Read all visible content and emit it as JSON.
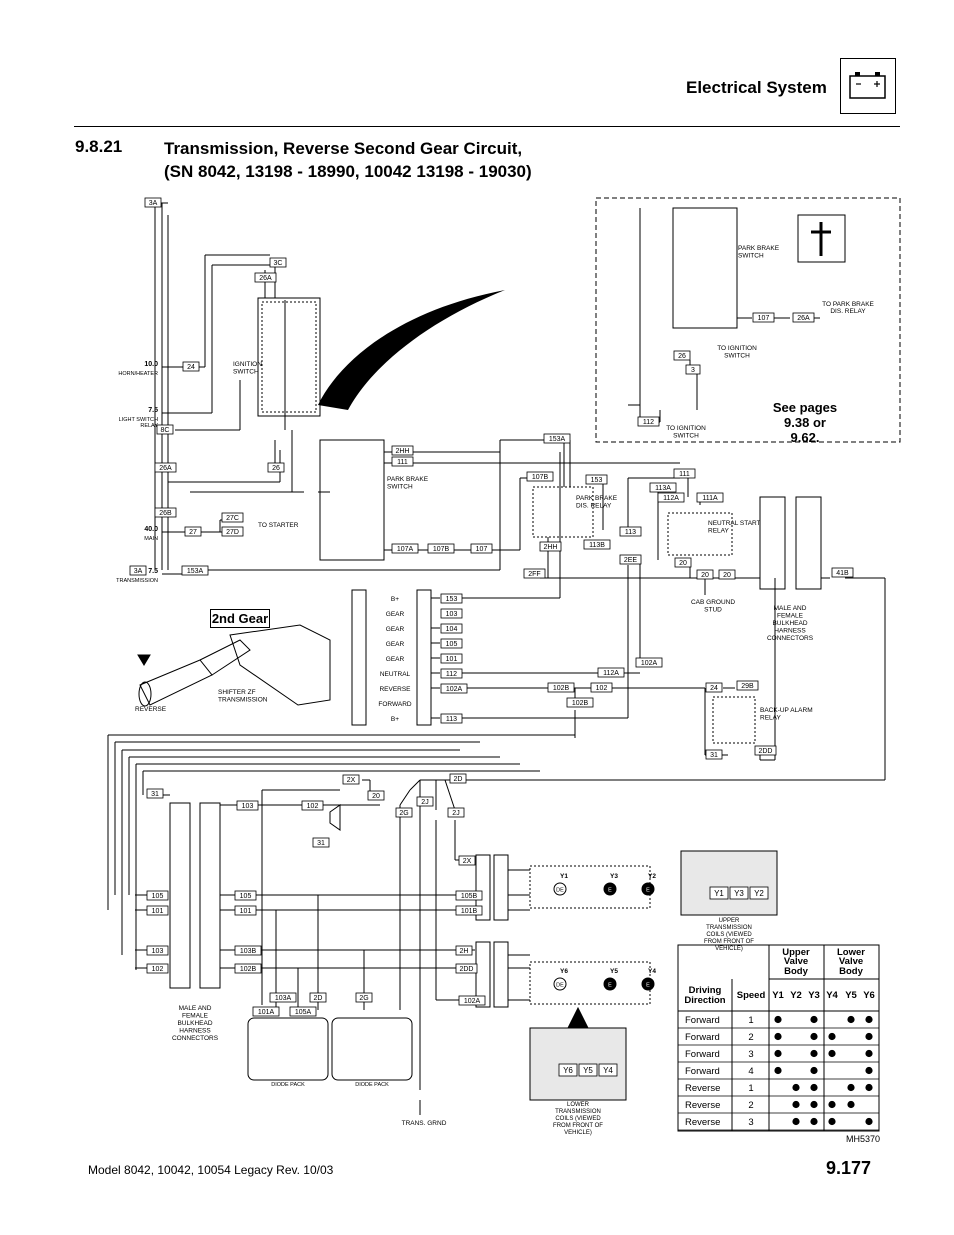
{
  "header": {
    "title": "Electrical System",
    "battery_icon": "battery-icon"
  },
  "section": {
    "number": "9.8.21",
    "title_line1": "Transmission, Reverse Second Gear Circuit,",
    "title_line2": "(SN 8042, 13198 - 18990, 10042 13198 - 19030)"
  },
  "footer": {
    "model": "Model  8042, 10042, 10054 Legacy    Rev.  10/03",
    "page": "9.177"
  },
  "diagram": {
    "figure_id": "MH5370",
    "see_pages_line1": "See pages",
    "see_pages_line2": "9.38 or 9.62.",
    "gear_label": "2nd Gear",
    "fuses": [
      {
        "amp": "10.0",
        "name": "HORN/HEATER"
      },
      {
        "amp": "7.5",
        "name": "LIGHT SWITCH RELAY"
      },
      {
        "amp": "40.0",
        "name": "MAIN"
      },
      {
        "amp": "7.5",
        "name": "TRANSMISSION"
      }
    ],
    "labels": {
      "ignition_switch": "IGNITION SWITCH",
      "park_brake_switch": "PARK BRAKE SWITCH",
      "park_brake_dis_relay": "PARK BRAKE DIS. RELAY",
      "neutral_start_relay": "NEUTRAL START RELAY",
      "backup_alarm_relay": "BACK-UP ALARM RELAY",
      "cab_ground_stud": "CAB GROUND STUD",
      "bulkhead_upper": "MALE AND FEMALE BULKHEAD HARNESS CONNECTORS",
      "bulkhead_lower": "MALE AND FEMALE BULKHEAD HARNESS CONNECTORS",
      "to_starter": "TO STARTER",
      "to_ignition_switch": "TO IGNITION SWITCH",
      "to_park_brake_relay": "TO PARK BRAKE DIS. RELAY",
      "shifter": "SHIFTER ZF TRANSMISSION",
      "reverse": "REVERSE",
      "diode_pack": "DIODE PACK",
      "trans_grnd": "TRANS. GRND",
      "upper_coils": "UPPER TRANSMISSION COILS (VIEWED FROM FRONT OF VEHICLE)",
      "lower_coils": "LOWER TRANSMISSION COILS (VIEWED FROM FRONT OF VEHICLE)"
    },
    "shifter_pins": [
      "B+",
      "GEAR",
      "GEAR",
      "GEAR",
      "GEAR",
      "NEUTRAL",
      "REVERSE",
      "FORWARD",
      "B+"
    ],
    "shifter_wires": [
      "153",
      "103",
      "104",
      "105",
      "101",
      "112",
      "102A",
      "",
      "113"
    ],
    "wire_tags": [
      "3A",
      "3C",
      "26A",
      "24",
      "8C",
      "26A",
      "26",
      "26B",
      "27",
      "27C",
      "27D",
      "3A",
      "153A",
      "2HH",
      "111",
      "107B",
      "153",
      "153A",
      "113A",
      "111",
      "112A",
      "111A",
      "113B",
      "113",
      "2EE",
      "2HH",
      "2FF",
      "20",
      "20",
      "20",
      "41B",
      "107A",
      "107B",
      "107",
      "107",
      "26A",
      "26",
      "3",
      "112",
      "112A",
      "102A",
      "102B",
      "102",
      "102B",
      "24",
      "29B",
      "31",
      "2DD",
      "2X",
      "20",
      "2D",
      "2G",
      "2J",
      "2J",
      "2X",
      "31",
      "31",
      "103",
      "102",
      "105",
      "101",
      "103",
      "102",
      "105",
      "101",
      "103B",
      "102B",
      "105B",
      "101B",
      "2H",
      "2DD",
      "102A",
      "101A",
      "103A",
      "105A",
      "2D",
      "2G"
    ]
  },
  "table": {
    "group1": "Upper Valve Body",
    "group2": "Lower Valve Body",
    "col_dir": "Driving Direction",
    "col_speed": "Speed",
    "cols": [
      "Y1",
      "Y2",
      "Y3",
      "Y4",
      "Y5",
      "Y6"
    ],
    "rows": [
      {
        "dir": "Forward",
        "speed": "1",
        "dots": [
          1,
          0,
          1,
          0,
          1,
          1
        ]
      },
      {
        "dir": "Forward",
        "speed": "2",
        "dots": [
          1,
          0,
          1,
          1,
          0,
          1
        ]
      },
      {
        "dir": "Forward",
        "speed": "3",
        "dots": [
          1,
          0,
          1,
          1,
          0,
          1
        ]
      },
      {
        "dir": "Forward",
        "speed": "4",
        "dots": [
          1,
          0,
          1,
          0,
          0,
          1
        ]
      },
      {
        "dir": "Reverse",
        "speed": "1",
        "dots": [
          0,
          1,
          1,
          0,
          1,
          1
        ]
      },
      {
        "dir": "Reverse",
        "speed": "2",
        "dots": [
          0,
          1,
          1,
          1,
          1,
          0
        ]
      },
      {
        "dir": "Reverse",
        "speed": "3",
        "dots": [
          0,
          1,
          1,
          1,
          0,
          1
        ]
      }
    ]
  }
}
